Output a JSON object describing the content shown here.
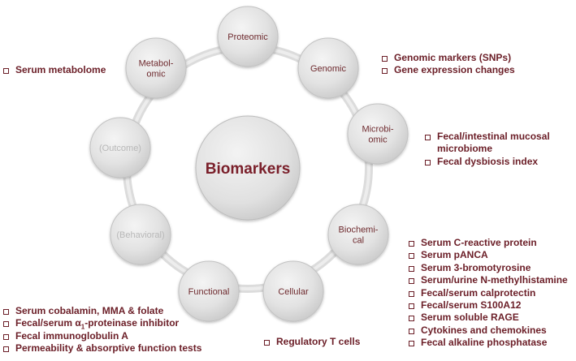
{
  "center": {
    "label": "Biomarkers"
  },
  "nodes": [
    {
      "id": "proteomic",
      "label_lines": [
        "Proteomic"
      ],
      "dim": false
    },
    {
      "id": "genomic",
      "label_lines": [
        "Genomic"
      ],
      "dim": false
    },
    {
      "id": "microbiomic",
      "label_lines": [
        "Microbi-",
        "omic"
      ],
      "dim": false
    },
    {
      "id": "biochemical",
      "label_lines": [
        "Biochemi-",
        "cal"
      ],
      "dim": false
    },
    {
      "id": "cellular",
      "label_lines": [
        "Cellular"
      ],
      "dim": false
    },
    {
      "id": "functional",
      "label_lines": [
        "Functional"
      ],
      "dim": false
    },
    {
      "id": "behavioral",
      "label_lines": [
        "(Behavioral)"
      ],
      "dim": true
    },
    {
      "id": "outcome",
      "label_lines": [
        "(Outcome)"
      ],
      "dim": true
    },
    {
      "id": "metabolomic",
      "label_lines": [
        "Metabol-",
        "omic"
      ],
      "dim": false
    }
  ],
  "lists": {
    "metabolomic": [
      "Serum metabolome"
    ],
    "genomic": [
      "Genomic markers (SNPs)",
      "Gene expression changes"
    ],
    "microbiomic": [
      "Fecal/intestinal mucosal microbiome",
      "Fecal dysbiosis index"
    ],
    "biochemical": [
      "Serum C-reactive protein",
      "Serum pANCA",
      "Serum 3-bromotyrosine",
      "Serum/urine N-methylhistamine",
      "Fecal/serum calprotectin",
      "Fecal/serum S100A12",
      "Serum soluble RAGE",
      "Cytokines and chemokines",
      "Fecal alkaline phosphatase"
    ],
    "cellular": [
      "Regulatory T cells"
    ],
    "functional": {
      "item1": "Serum cobalamin, MMA & folate",
      "item2_before": "Fecal/serum α",
      "item2_sub": "1",
      "item2_after": "-proteinase inhibitor",
      "item3": "Fecal immunoglobulin A",
      "item4": "Permeability & absorptive function tests"
    }
  }
}
